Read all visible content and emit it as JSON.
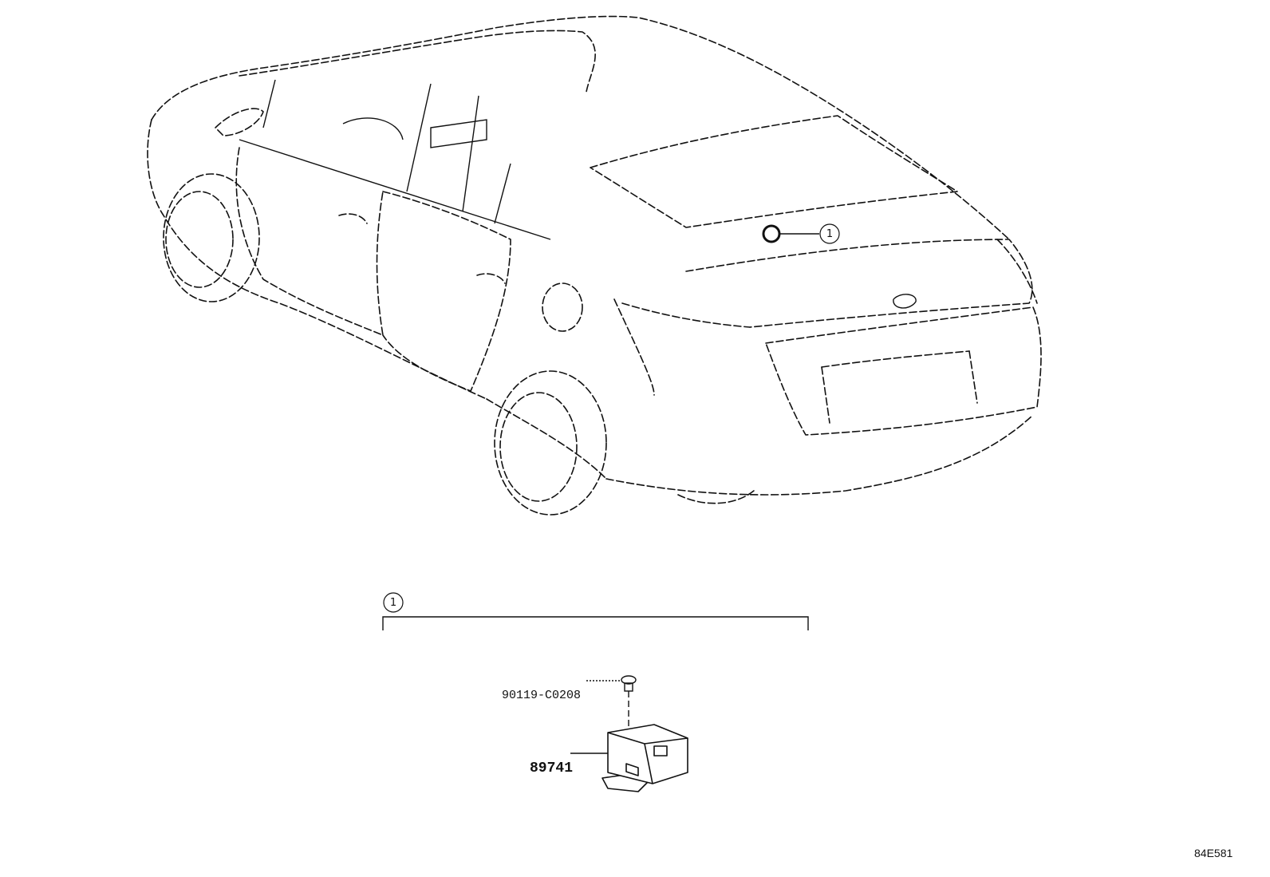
{
  "callouts": {
    "car_callout": "1",
    "group_callout": "1"
  },
  "parts": {
    "screw_number": "90119-C0208",
    "module_number": "89741"
  },
  "illustration_id": "84E581"
}
